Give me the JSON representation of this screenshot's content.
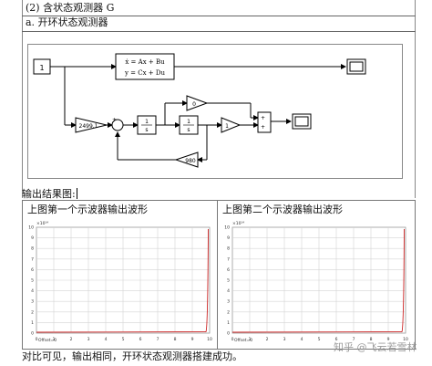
{
  "doc": {
    "title_row": "(2) 含状态观测器 G",
    "subtitle_row": "a.   开环状态观测器",
    "result_label": "输出结果图:",
    "caption_left": "上图第一个示波器输出波形",
    "caption_right": "上图第二个示波器输出波形",
    "conclusion": "对比可见，输出相同，开环状态观测器搭建成功。",
    "watermark": "知乎 @飞云若雪林"
  },
  "diagram": {
    "step_block": "1",
    "ss_eq1": "ẋ = Ax + Bu",
    "ss_eq2": "y = Cx + Du",
    "gain_k": "2499.1",
    "integrator_num": "1",
    "integrator_den": "s",
    "gain_top": "0",
    "gain_fb": "980",
    "gain_out": "1",
    "sum_sign": "+",
    "mux_sign": "+"
  },
  "scopes": [
    {
      "exponent": "×10¹⁴",
      "yticks": [
        "0",
        "1",
        "2",
        "3",
        "4",
        "5",
        "6",
        "7",
        "8",
        "9",
        "10"
      ],
      "xticks": [
        "0",
        "1",
        "2",
        "3",
        "4",
        "5",
        "6",
        "7",
        "8",
        "9",
        "10"
      ],
      "offset_label": "Offset=0",
      "line_color": "#cc2222"
    },
    {
      "exponent": "×10¹⁴",
      "yticks": [
        "0",
        "1",
        "2",
        "3",
        "4",
        "5",
        "6",
        "7",
        "8",
        "9",
        "10"
      ],
      "xticks": [
        "0",
        "1",
        "2",
        "3",
        "4",
        "5",
        "6",
        "7",
        "8",
        "9",
        "10"
      ],
      "offset_label": "Offset=0",
      "line_color": "#cc2222"
    }
  ]
}
